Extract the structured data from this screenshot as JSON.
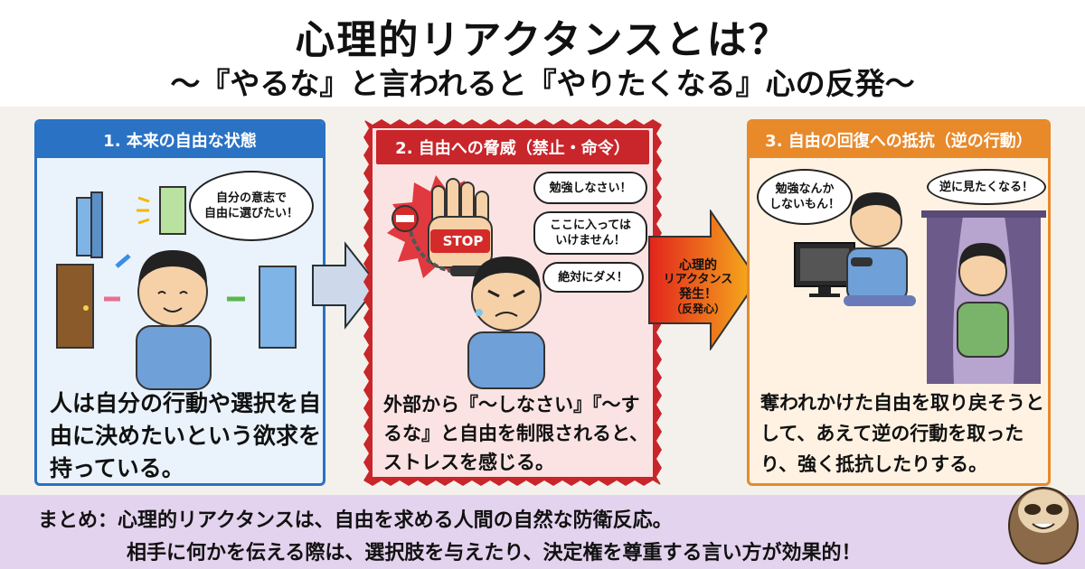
{
  "header": {
    "title": "心理的リアクタンスとは？",
    "subtitle": "〜『やるな』と言われると『やりたくなる』心の反発〜"
  },
  "panels": [
    {
      "heading": "1. 本来の自由な状態",
      "bubbles": [
        "自分の意志で\n自由に選びたい！"
      ],
      "text": "人は自分の行動や選択を自由に決めたいという欲求を持っている。",
      "color": "#2a72c4"
    },
    {
      "heading": "2. 自由への脅威（禁止・命令）",
      "stop_label": "STOP",
      "bubbles": [
        "勉強しなさい！",
        "ここに入っては\nいけません！",
        "絶対にダメ！"
      ],
      "text": "外部から『〜しなさい』『〜するな』と自由を制限されると、ストレスを感じる。",
      "color": "#c8262b"
    },
    {
      "heading": "3. 自由の回復への抵抗（逆の行動）",
      "bubbles": [
        "勉強なんか\nしないもん！",
        "逆に見たくなる！"
      ],
      "text": "奪われかけた自由を取り戻そうとして、あえて逆の行動を取ったり、強く抵抗したりする。",
      "color": "#e8892a"
    }
  ],
  "arrow_label": {
    "lines": [
      "心理的",
      "リアクタンス",
      "発生！",
      "（反発心）"
    ]
  },
  "summary": {
    "line1": "まとめ：心理的リアクタンスは、自由を求める人間の自然な防衛反応。",
    "line2": "相手に何かを伝える際は、選択肢を与えたり、決定権を尊重する言い方が効果的！"
  }
}
